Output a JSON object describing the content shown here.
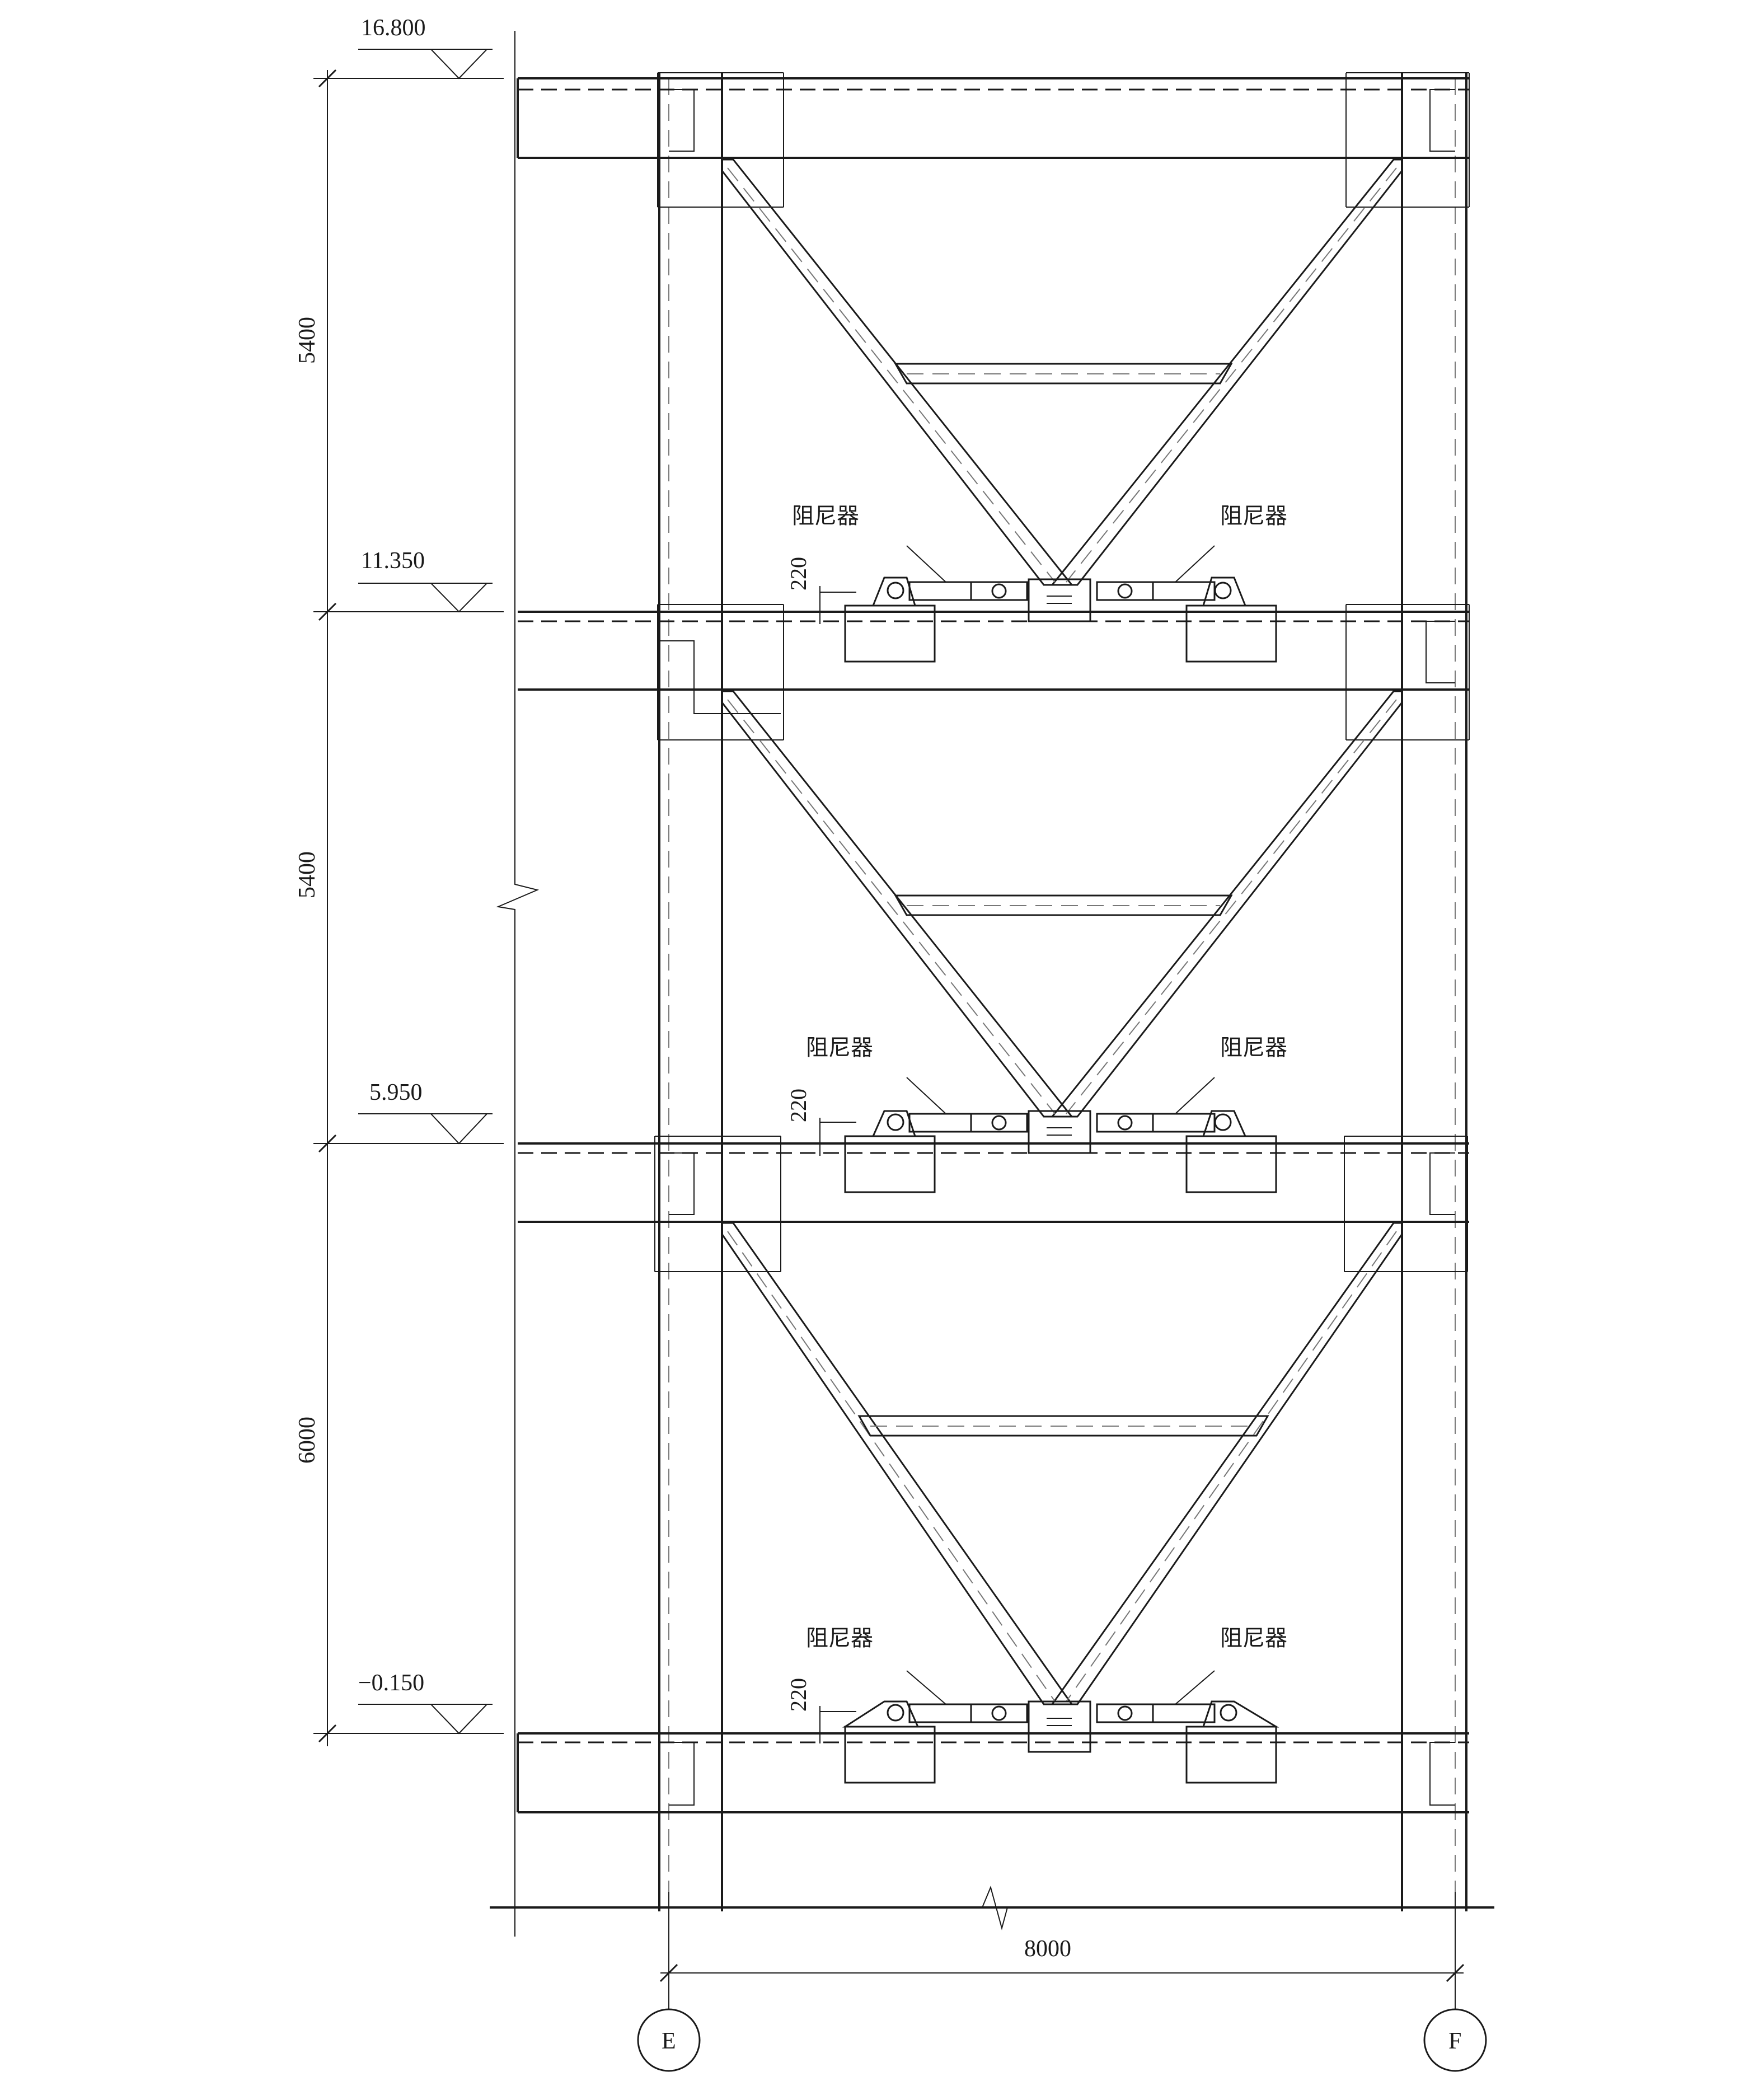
{
  "elevations": [
    {
      "label": "16.800"
    },
    {
      "label": "11.350"
    },
    {
      "label": "5.950"
    },
    {
      "label": "−0.150"
    }
  ],
  "story_heights": [
    {
      "label": "5400"
    },
    {
      "label": "5400"
    },
    {
      "label": "6000"
    }
  ],
  "damper_label": "阻尼器",
  "damper_offset_label": "220",
  "span_label": "8000",
  "axes": [
    {
      "label": "E"
    },
    {
      "label": "F"
    }
  ],
  "colors": {
    "line": "#1a1a1a",
    "hidden": "#777777"
  }
}
